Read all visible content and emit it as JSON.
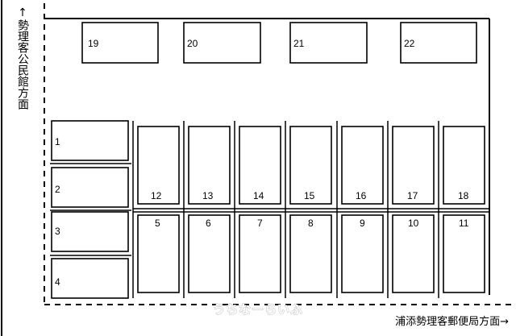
{
  "directions": {
    "top_left": "↑勢理客公民館方面",
    "bottom_right": "浦添勢理客郵便局方面→"
  },
  "watermark": "うちなーらいふ",
  "slots": {
    "top_row": [
      "19",
      "20",
      "21",
      "22"
    ],
    "left_column": [
      "1",
      "2",
      "3",
      "4"
    ],
    "upper_row": [
      "12",
      "13",
      "14",
      "15",
      "16",
      "17",
      "18"
    ],
    "lower_row": [
      "5",
      "6",
      "7",
      "8",
      "9",
      "10",
      "11"
    ]
  },
  "colors": {
    "line": "#000000",
    "background": "#ffffff",
    "watermark_outline": "#b9b9b9"
  }
}
